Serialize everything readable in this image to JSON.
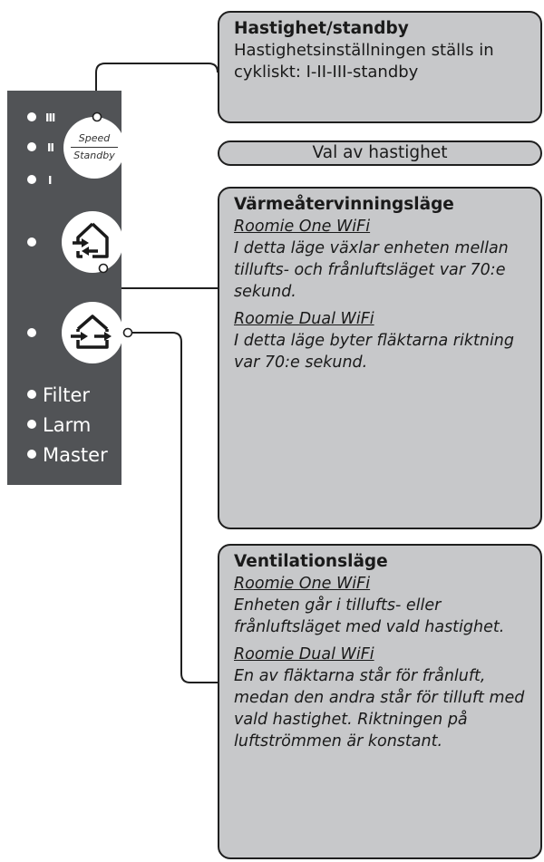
{
  "device": {
    "speed_levels": [
      "III",
      "II",
      "I"
    ],
    "speed_button": {
      "line1": "Speed",
      "line2": "Standby"
    },
    "status_leds": [
      "Filter",
      "Larm",
      "Master"
    ]
  },
  "callouts": {
    "speed": {
      "title": "Hastighet/standby",
      "text": "Hastighetsinställningen ställs in cykliskt: I-II-III-standby"
    },
    "speed_select": {
      "text": "Val av hastighet"
    },
    "heat_recovery": {
      "title": "Värmeåtervinningsläge",
      "one_label": "Roomie One WiFi",
      "one_text": "I detta läge växlar enheten mellan tillufts- och frånluftsläget var 70:e sekund.",
      "dual_label": "Roomie Dual WiFi",
      "dual_text": "I detta läge byter fläktarna riktning var 70:e sekund."
    },
    "ventilation": {
      "title": "Ventilationsläge",
      "one_label": "Roomie One WiFi",
      "one_text": "Enheten går i tillufts- eller frånluftsläget med vald hastighet.",
      "dual_label": "Roomie Dual WiFi",
      "dual_text": "En av fläktarna står för frånluft, medan den andra står för tilluft med vald hastighet. Riktningen på luftströmmen är konstant."
    }
  },
  "colors": {
    "panel": "#515356",
    "box_fill": "#c7c8ca",
    "line": "#1f1f1f"
  },
  "icons": [
    "heat-recovery-icon",
    "ventilation-icon"
  ]
}
